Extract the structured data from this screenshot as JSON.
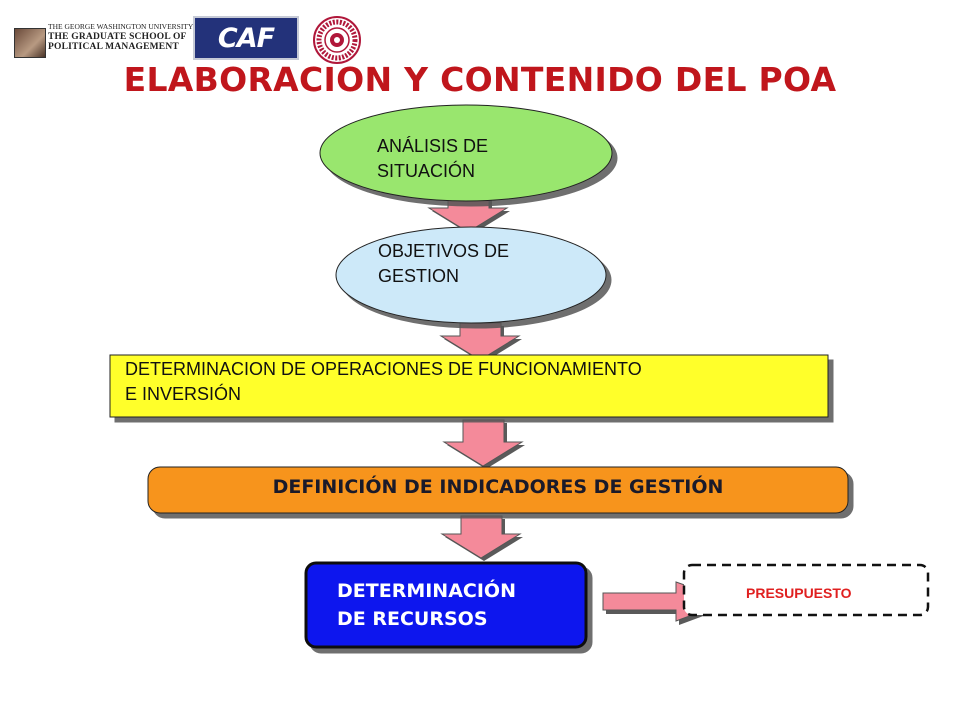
{
  "title": "ELABORACION Y CONTENIDO DEL POA",
  "logos": {
    "gwu": {
      "line1": "THE GEORGE WASHINGTON UNIVERSITY",
      "line2": "THE GRADUATE SCHOOL OF",
      "line3": "POLITICAL MANAGEMENT"
    },
    "caf": "CAF"
  },
  "nodes": {
    "analysis": {
      "line1": "ANÁLISIS DE",
      "line2": "SITUACIÓN"
    },
    "objectives": {
      "line1": "OBJETIVOS DE",
      "line2": "GESTION"
    },
    "operations": {
      "line1": "DETERMINACION DE OPERACIONES DE FUNCIONAMIENTO",
      "line2": "E INVERSIÓN"
    },
    "indicators": {
      "label": "DEFINICIÓN DE INDICADORES DE GESTIÓN"
    },
    "resources": {
      "line1": "DETERMINACIÓN",
      "line2": "DE RECURSOS"
    },
    "budget": {
      "label": "PRESUPUESTO"
    }
  },
  "colors": {
    "title": "#c0161c",
    "analysis": "#99e66e",
    "objectives": "#cde9f9",
    "operations": "#ffff2a",
    "indicators": "#f7941d",
    "resources": "#0a18ee",
    "arrow": "#f48a9a",
    "budget_text": "#e02020"
  }
}
